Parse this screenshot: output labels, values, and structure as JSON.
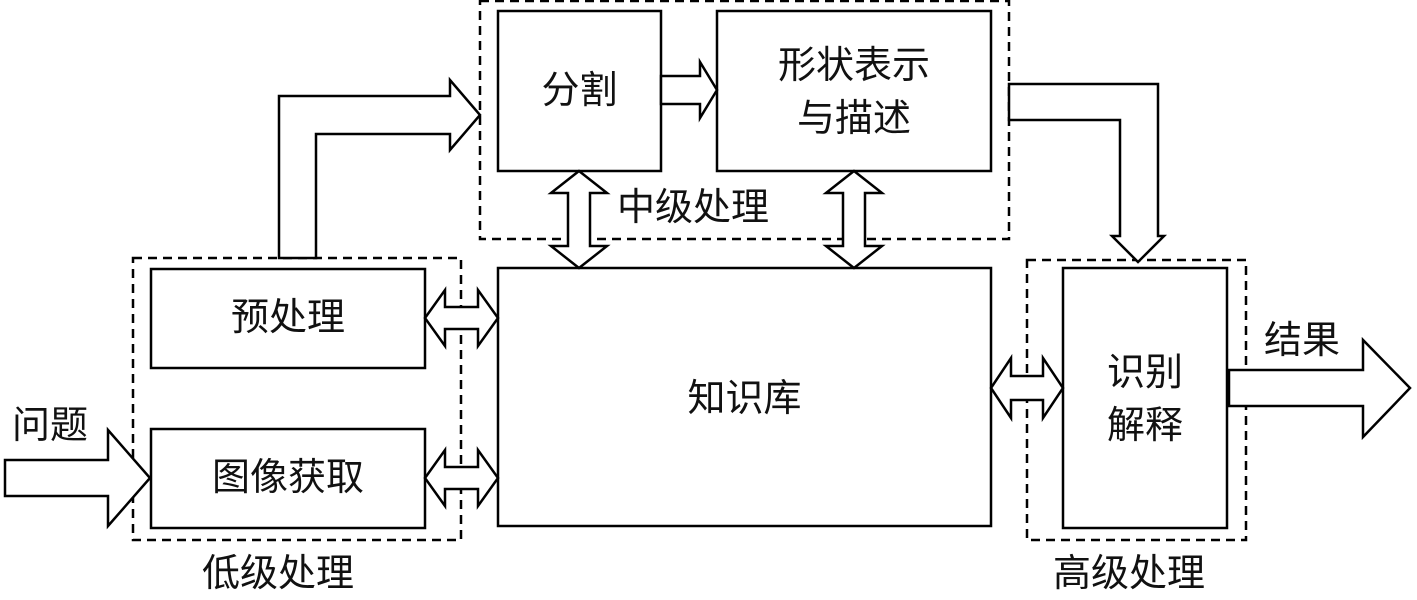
{
  "groups": {
    "low": "低级处理",
    "mid": "中级处理",
    "high": "高级处理"
  },
  "blocks": {
    "preprocess": "预处理",
    "acquisition": "图像获取",
    "segmentation": "分割",
    "shape_line1": "形状表示",
    "shape_line2": "与描述",
    "knowledge_base": "知识库",
    "recog_line1": "识别",
    "recog_line2": "解释"
  },
  "io": {
    "input": "问题",
    "output": "结果"
  }
}
